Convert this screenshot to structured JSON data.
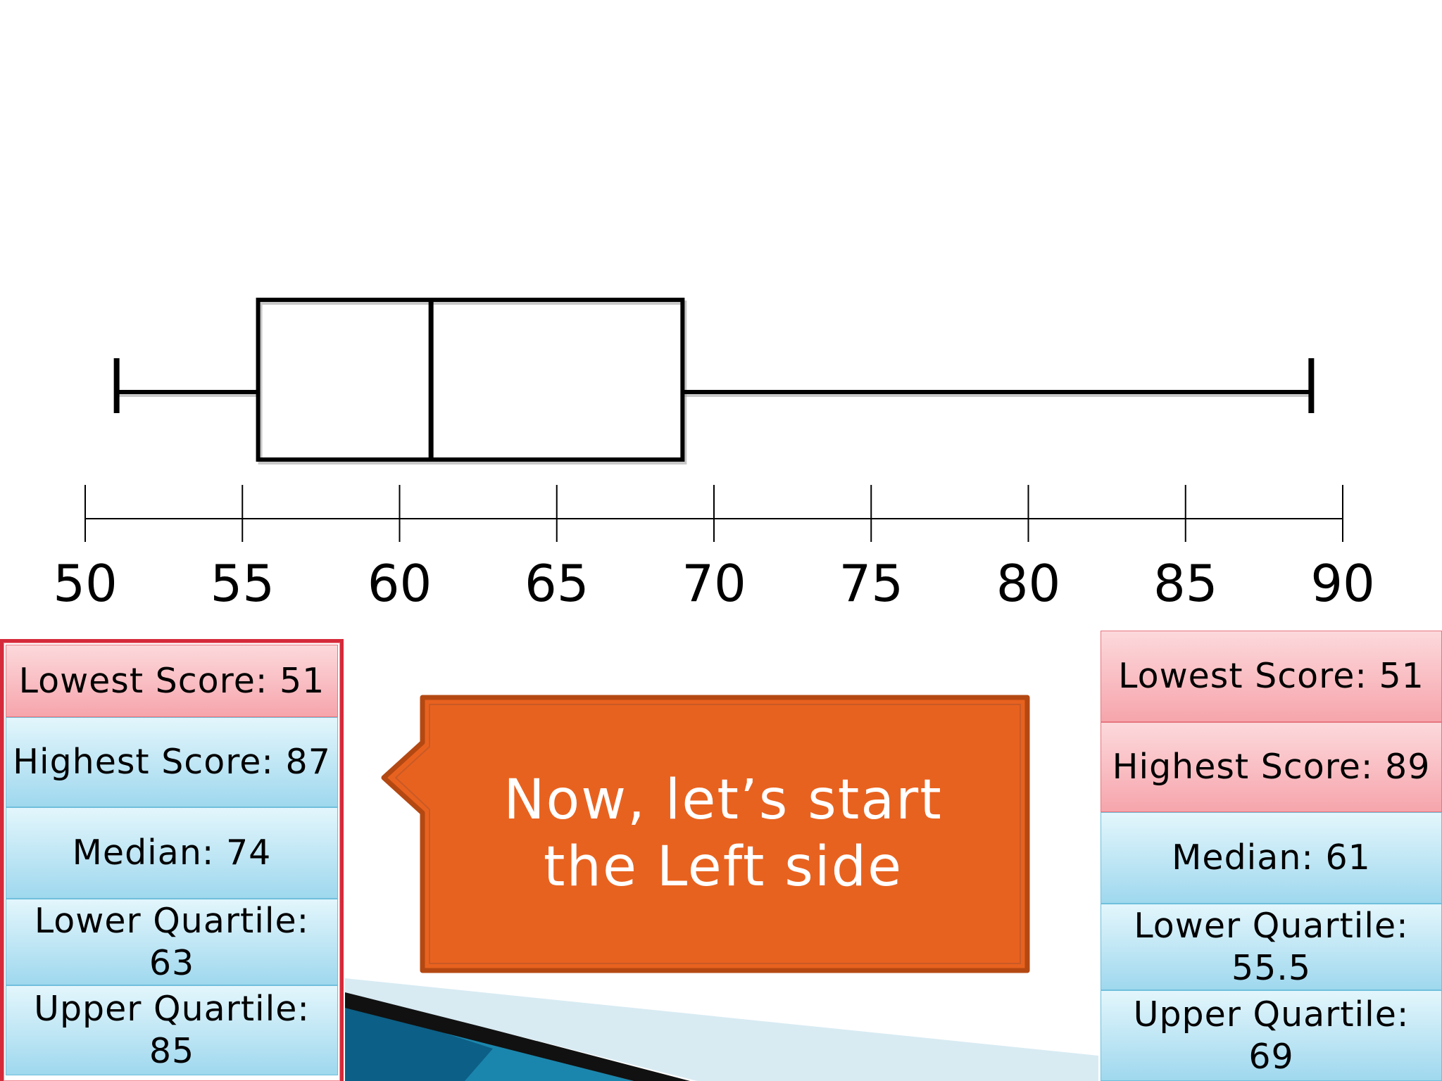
{
  "chart_data": {
    "type": "boxplot",
    "xlim": [
      50,
      90
    ],
    "tick_labels": [
      "50",
      "55",
      "60",
      "65",
      "70",
      "75",
      "80",
      "85",
      "90"
    ],
    "box": {
      "min": 51,
      "q1": 55.5,
      "median": 61,
      "q3": 69,
      "max": 89
    }
  },
  "left_table": {
    "lowest": "Lowest Score: 51",
    "highest": "Highest Score: 87",
    "median": "Median: 74",
    "lower_quartile": "Lower Quartile: 63",
    "upper_quartile": "Upper Quartile: 85"
  },
  "right_table": {
    "lowest": "Lowest Score: 51",
    "highest": "Highest Score: 89",
    "median": "Median: 61",
    "lower_quartile": "Lower Quartile: 55.5",
    "upper_quartile": "Upper Quartile: 69"
  },
  "callout": {
    "text": "Now, let’s start the Left side"
  },
  "colors": {
    "callout_fill": "#e8621f",
    "callout_border": "#c04c14",
    "table_left_border": "#d42a3a",
    "cell_red": "#f6a5ac",
    "cell_blue": "#9fd8ee"
  }
}
